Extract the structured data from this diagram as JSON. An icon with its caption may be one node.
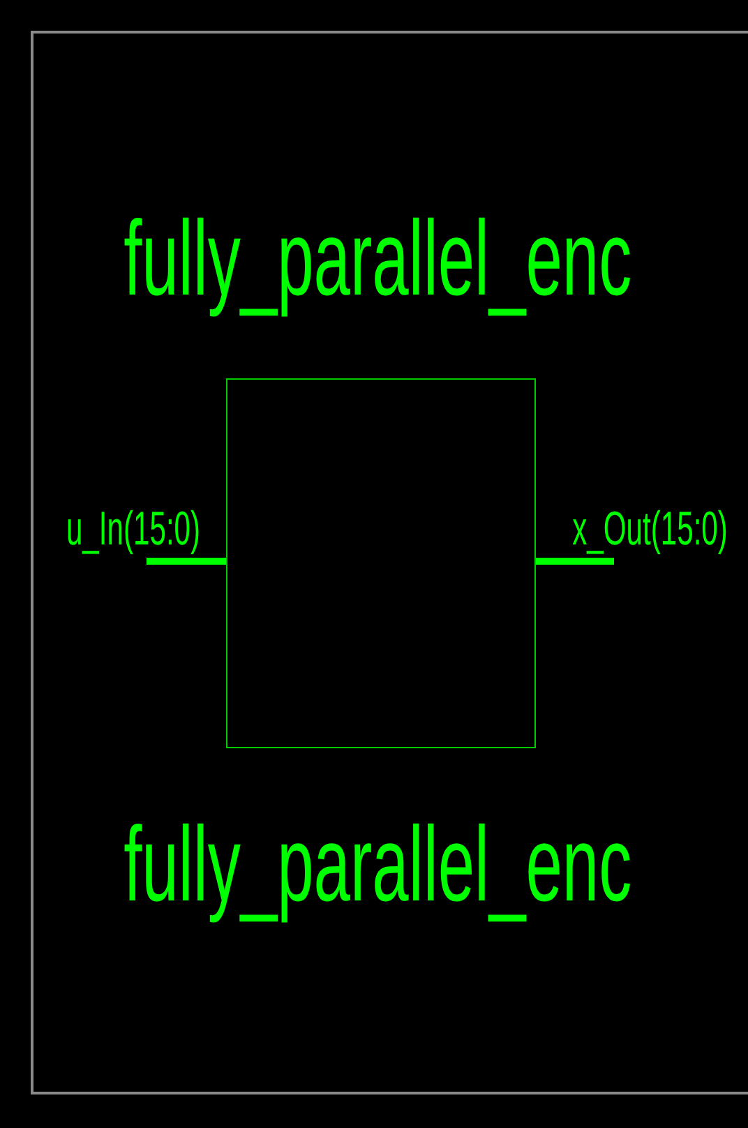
{
  "diagram": {
    "nodes": [
      {
        "text": [
          "fully_parallel_enc",
          "fully_parallel_enc"
        ]
      },
      {
        "text": [
          "u_In(15:0)"
        ]
      },
      {
        "text": [
          "x_Out(15:0)"
        ]
      }
    ],
    "edges": [
      {
        "from": 1,
        "to": 0,
        "arrow": "none"
      },
      {
        "from": 0,
        "to": 2,
        "arrow": "none"
      }
    ]
  }
}
